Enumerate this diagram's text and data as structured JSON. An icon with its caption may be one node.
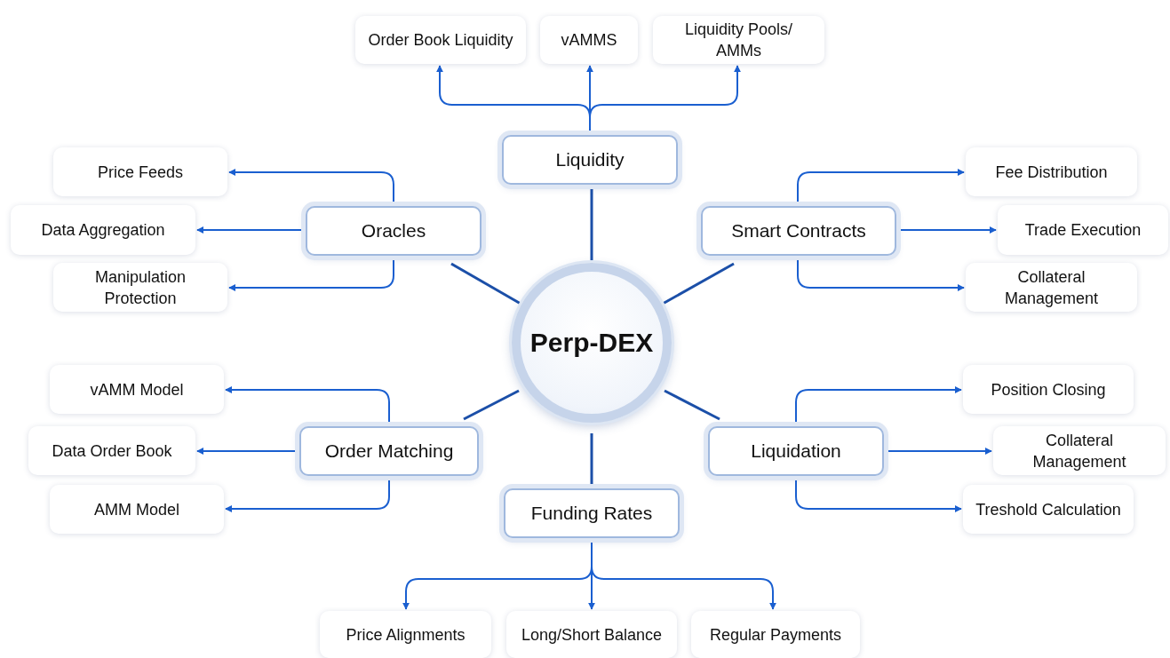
{
  "diagram": {
    "nodes": [
      {
        "text": [
          "Perp-DEX"
        ]
      },
      {
        "text": [
          "Liquidity"
        ]
      },
      {
        "text": [
          "Order Book Liquidity"
        ]
      },
      {
        "text": [
          "vAMMS"
        ]
      },
      {
        "text": [
          "Liquidity Pools/ AMMs"
        ]
      },
      {
        "text": [
          "Oracles"
        ]
      },
      {
        "text": [
          "Price Feeds"
        ]
      },
      {
        "text": [
          "Data Aggregation"
        ]
      },
      {
        "text": [
          "Manipulation Protection"
        ]
      },
      {
        "text": [
          "Smart Contracts"
        ]
      },
      {
        "text": [
          "Fee Distribution"
        ]
      },
      {
        "text": [
          "Trade Execution"
        ]
      },
      {
        "text": [
          "Collateral Management"
        ]
      },
      {
        "text": [
          "Order Matching"
        ]
      },
      {
        "text": [
          "vAMM Model"
        ]
      },
      {
        "text": [
          "Data Order Book"
        ]
      },
      {
        "text": [
          "AMM Model"
        ]
      },
      {
        "text": [
          "Liquidation"
        ]
      },
      {
        "text": [
          "Position Closing"
        ]
      },
      {
        "text": [
          "Collateral Management"
        ]
      },
      {
        "text": [
          "Treshold Calculation"
        ]
      },
      {
        "text": [
          "Funding Rates"
        ]
      },
      {
        "text": [
          "Price Alignments"
        ]
      },
      {
        "text": [
          "Long/Short Balance"
        ]
      },
      {
        "text": [
          "Regular Payments"
        ]
      }
    ],
    "edges": [
      {
        "from": 0,
        "to": 1,
        "arrow": "none"
      },
      {
        "from": 0,
        "to": 5,
        "arrow": "none"
      },
      {
        "from": 0,
        "to": 9,
        "arrow": "none"
      },
      {
        "from": 0,
        "to": 13,
        "arrow": "none"
      },
      {
        "from": 0,
        "to": 17,
        "arrow": "none"
      },
      {
        "from": 0,
        "to": 21,
        "arrow": "none"
      },
      {
        "from": 1,
        "to": 2,
        "arrow": "to"
      },
      {
        "from": 1,
        "to": 3,
        "arrow": "to"
      },
      {
        "from": 1,
        "to": 4,
        "arrow": "to"
      },
      {
        "from": 5,
        "to": 6,
        "arrow": "to"
      },
      {
        "from": 5,
        "to": 7,
        "arrow": "to"
      },
      {
        "from": 5,
        "to": 8,
        "arrow": "to"
      },
      {
        "from": 9,
        "to": 10,
        "arrow": "to"
      },
      {
        "from": 9,
        "to": 11,
        "arrow": "to"
      },
      {
        "from": 9,
        "to": 12,
        "arrow": "to"
      },
      {
        "from": 13,
        "to": 14,
        "arrow": "to"
      },
      {
        "from": 13,
        "to": 15,
        "arrow": "to"
      },
      {
        "from": 13,
        "to": 16,
        "arrow": "to"
      },
      {
        "from": 17,
        "to": 18,
        "arrow": "to"
      },
      {
        "from": 17,
        "to": 19,
        "arrow": "to"
      },
      {
        "from": 17,
        "to": 20,
        "arrow": "to"
      },
      {
        "from": 21,
        "to": 22,
        "arrow": "to"
      },
      {
        "from": 21,
        "to": 23,
        "arrow": "to"
      },
      {
        "from": 21,
        "to": 24,
        "arrow": "to"
      }
    ]
  }
}
